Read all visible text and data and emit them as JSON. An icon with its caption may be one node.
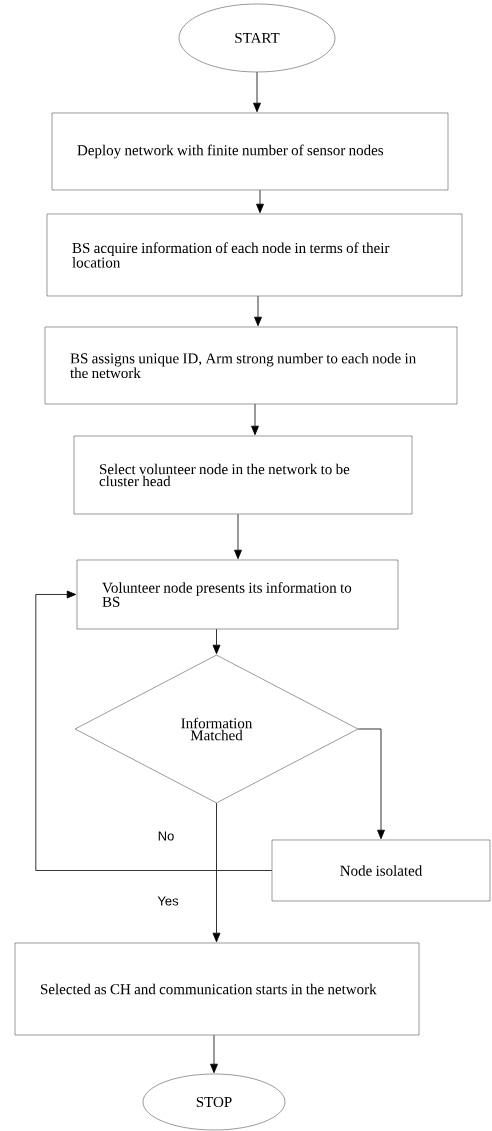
{
  "diagram": {
    "nodes": [
      {
        "text": [
          "START"
        ]
      },
      {
        "text": [
          "Deploy network with finite number of sensor nodes"
        ]
      },
      {
        "text": [
          "BS acquire information of each node in terms of their location"
        ]
      },
      {
        "text": [
          "BS assigns unique ID, Arm strong number to each node in the network"
        ]
      },
      {
        "text": [
          "Select volunteer node in the network to be cluster head"
        ]
      },
      {
        "text": [
          "Volunteer node presents its information to BS"
        ]
      },
      {
        "text": [
          "Information Matched"
        ]
      },
      {
        "text": [
          "Node isolated"
        ]
      },
      {
        "text": [
          "Selected as CH and communication starts in the network"
        ]
      },
      {
        "text": [
          "STOP"
        ]
      }
    ],
    "edges": [
      {
        "from": 0,
        "to": 1,
        "arrow": "to"
      },
      {
        "from": 1,
        "to": 2,
        "arrow": "to"
      },
      {
        "from": 2,
        "to": 3,
        "arrow": "to"
      },
      {
        "from": 3,
        "to": 4,
        "arrow": "to"
      },
      {
        "from": 4,
        "to": 5,
        "arrow": "to"
      },
      {
        "from": 5,
        "to": 6,
        "arrow": "to"
      },
      {
        "from": 6,
        "to": 7,
        "arrow": "to"
      },
      {
        "from": 7,
        "to": 5,
        "arrow": "to",
        "label": "No"
      },
      {
        "from": 6,
        "to": 8,
        "arrow": "to",
        "label": "Yes"
      },
      {
        "from": 8,
        "to": 9,
        "arrow": "to"
      }
    ]
  }
}
